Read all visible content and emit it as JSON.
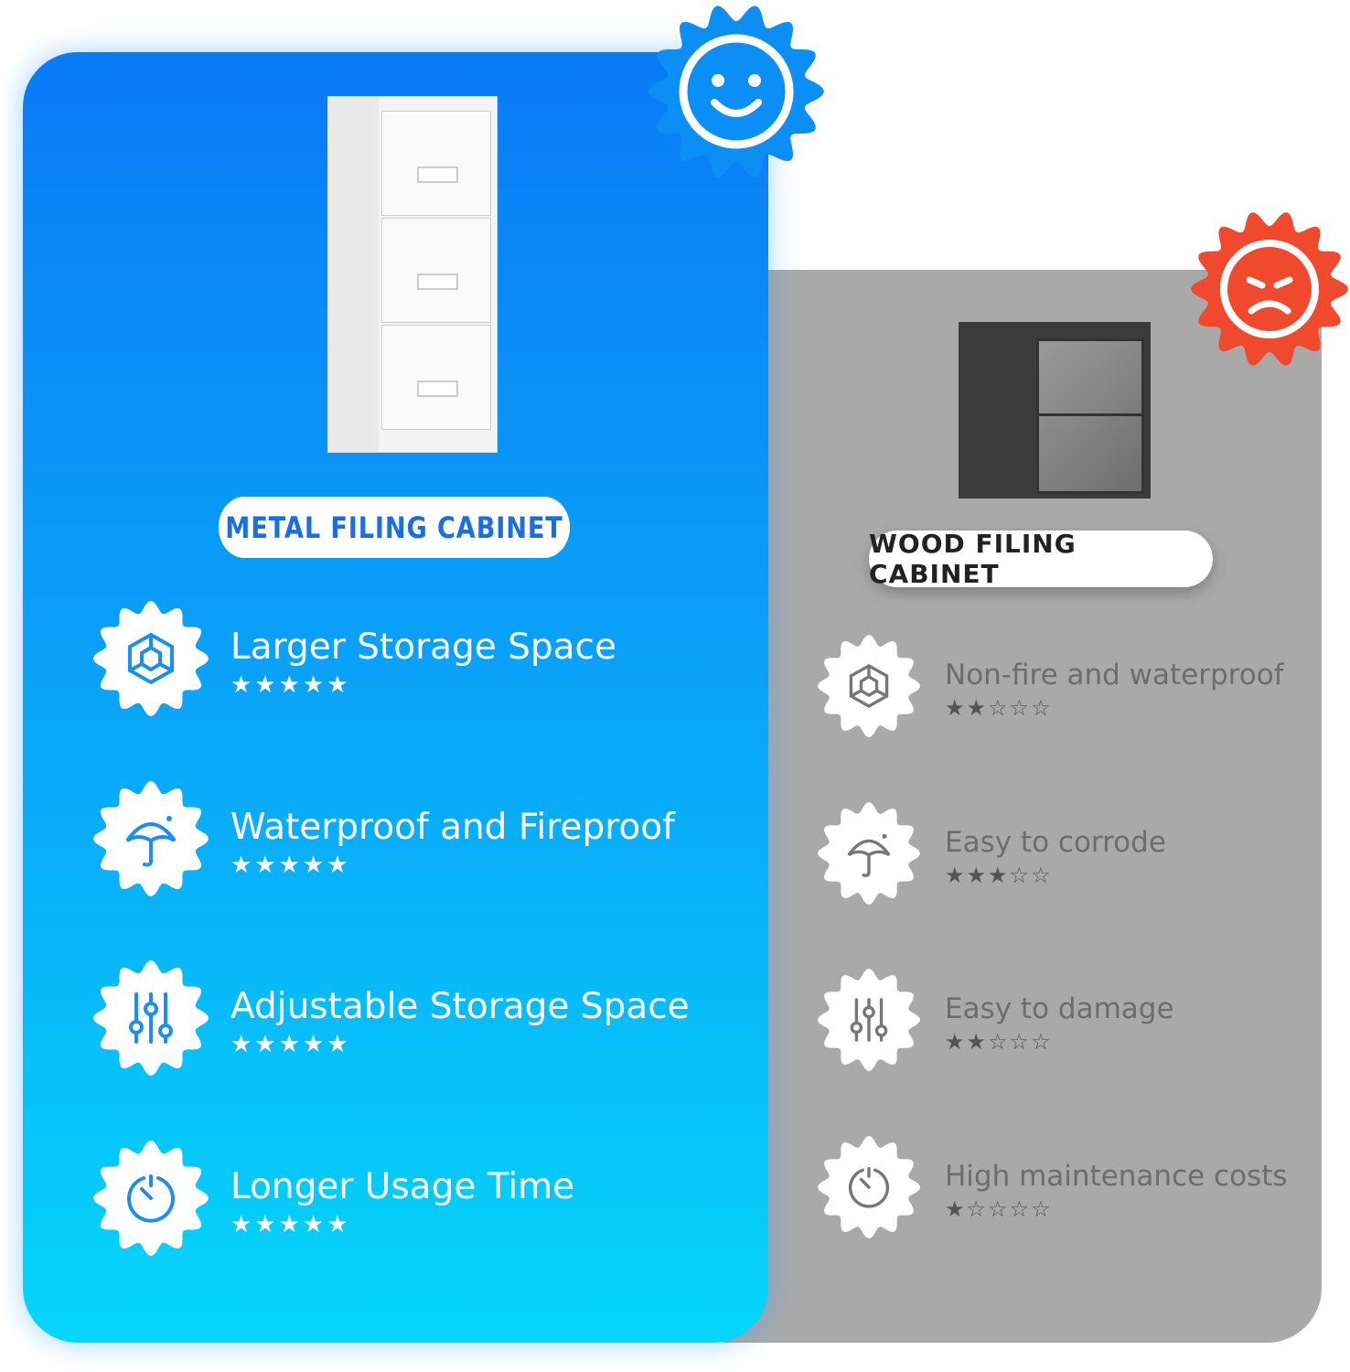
{
  "colors": {
    "blue_top": "#0a7af6",
    "blue_bottom": "#05d6fb",
    "gray": "#a9a9aa",
    "red": "#f04a2e"
  },
  "metal": {
    "title": "METAL FILING CABINET",
    "badge_icon": "smiley-icon",
    "features": [
      {
        "label": "Larger Storage Space",
        "rating": 5,
        "icon": "cube-icon"
      },
      {
        "label": "Waterproof and Fireproof",
        "rating": 5,
        "icon": "umbrella-icon"
      },
      {
        "label": "Adjustable Storage Space",
        "rating": 5,
        "icon": "sliders-icon"
      },
      {
        "label": "Longer Usage Time",
        "rating": 5,
        "icon": "timer-icon"
      }
    ]
  },
  "wood": {
    "title": "WOOD FILING CABINET",
    "badge_icon": "frown-icon",
    "features": [
      {
        "label": "Non-fire and waterproof",
        "rating": 2,
        "icon": "cube-icon"
      },
      {
        "label": "Easy to corrode",
        "rating": 3,
        "icon": "umbrella-icon"
      },
      {
        "label": "Easy to damage",
        "rating": 2,
        "icon": "sliders-icon"
      },
      {
        "label": "High maintenance costs",
        "rating": 1,
        "icon": "timer-icon"
      }
    ]
  }
}
